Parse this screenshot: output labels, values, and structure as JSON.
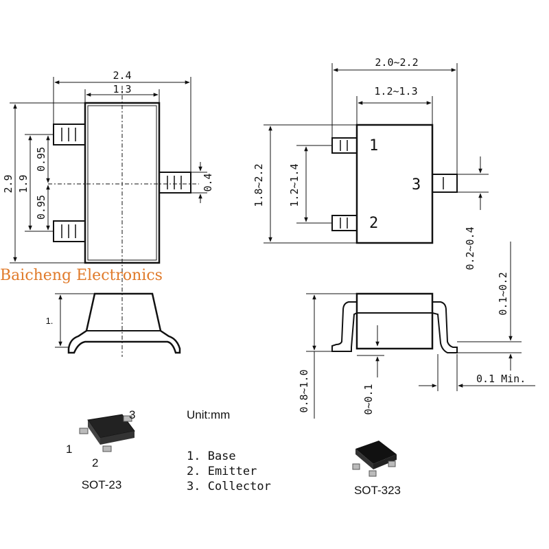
{
  "watermark": "Baicheng Electronics",
  "sot23": {
    "dim_total_width": "2.4",
    "dim_body_width": "1.3",
    "dim_total_length": "2.9",
    "dim_pin_span": "1.9",
    "dim_pitch_upper": "0.95",
    "dim_pitch_lower": "0.95",
    "dim_pad_width": "0.4",
    "dim_height": "1.",
    "caption": "SOT-23",
    "pin_labels": [
      "1",
      "2",
      "3"
    ]
  },
  "sot323": {
    "dim_total_width": "2.0~2.2",
    "dim_body_width": "1.2~1.3",
    "dim_body_length": "1.8~2.2",
    "dim_pin_span": "1.2~1.4",
    "dim_pad_width": "0.2~0.4",
    "dim_lead_thickness": "0.1~0.2",
    "dim_height": "0.8~1.0",
    "dim_standoff": "0~0.1",
    "dim_min_lead": "0.1 Min.",
    "caption": "SOT-323",
    "pin_labels": [
      "1",
      "2",
      "3"
    ]
  },
  "legend": {
    "unit": "Unit:mm",
    "items": [
      "1. Base",
      "2. Emitter",
      "3. Collector"
    ]
  }
}
